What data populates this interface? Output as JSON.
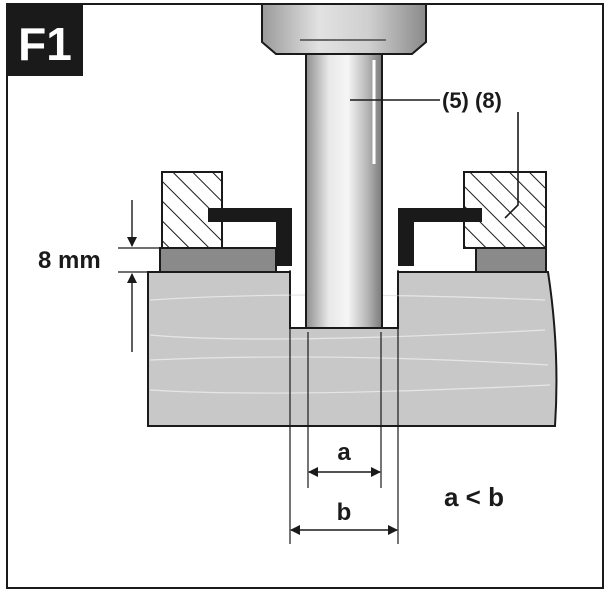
{
  "figure": {
    "badge": "F1",
    "part_label": "(5) (8)",
    "depth_label": "8 mm",
    "dim_a": "a",
    "dim_b": "b",
    "relation": "a < b"
  }
}
